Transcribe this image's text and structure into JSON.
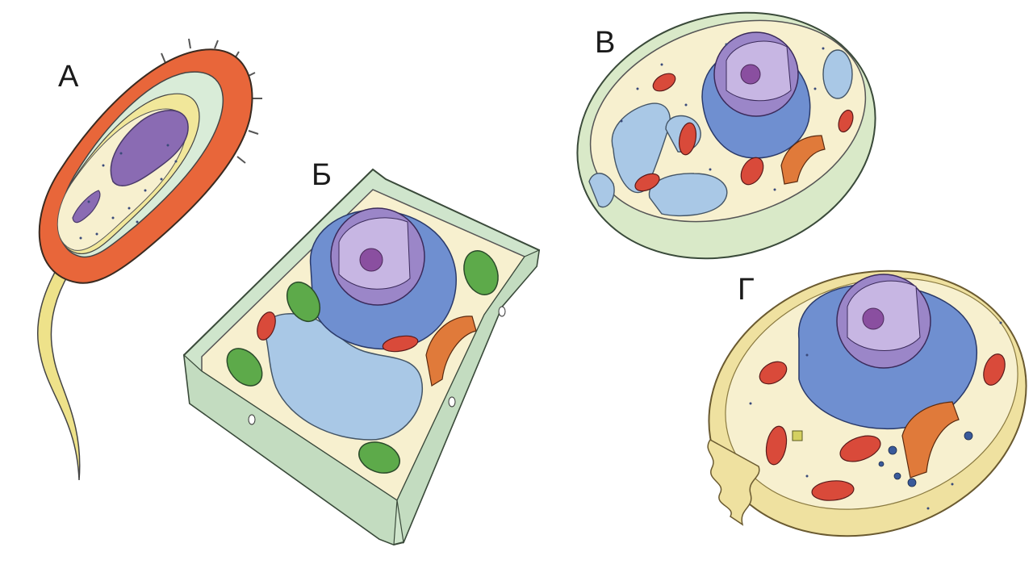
{
  "labels": {
    "a": "А",
    "b": "Б",
    "v": "В",
    "g": "Г"
  },
  "colors": {
    "bacteria_wall": "#e8663a",
    "cytoplasm": "#f7f0cf",
    "nucleus": "#9b86c8",
    "nucleolus": "#8a4fa0",
    "er": "#6f8fd0",
    "mitochondria": "#d94a3a",
    "chloroplast": "#5daa4a",
    "vacuole": "#a9c8e6",
    "golgi": "#e07a3a",
    "cell_wall_plant": "#cfe5cc",
    "membrane_fungal": "#d9e9c8",
    "animal_membrane": "#efe1a0",
    "flagellum": "#eee28a"
  }
}
